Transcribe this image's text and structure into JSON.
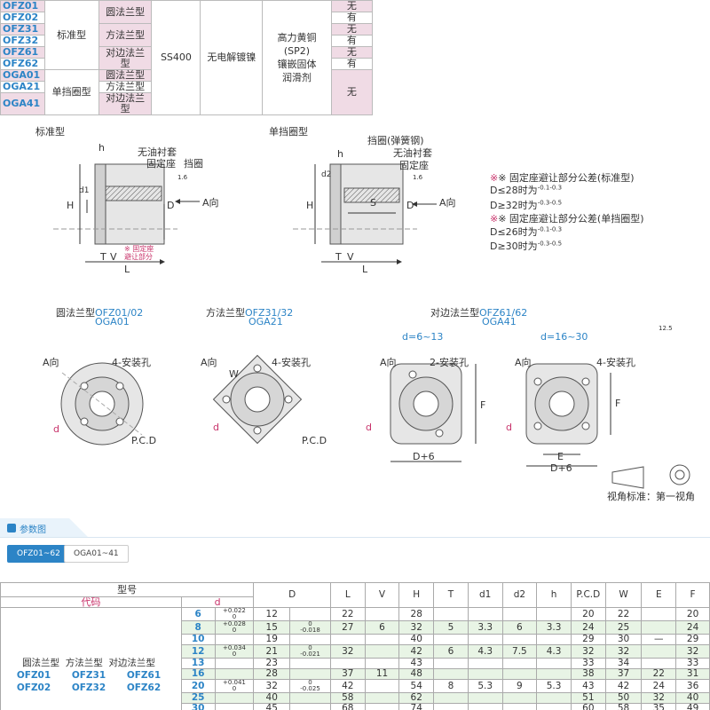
{
  "spec_table": {
    "rows": [
      {
        "code": "OFZ01",
        "yes_no": "无"
      },
      {
        "code": "OFZ02",
        "yes_no": "有"
      },
      {
        "code": "OFZ31",
        "yes_no": "无"
      },
      {
        "code": "OFZ32",
        "yes_no": "有"
      },
      {
        "code": "OFZ61",
        "yes_no": "无"
      },
      {
        "code": "OFZ62",
        "yes_no": "有"
      },
      {
        "code": "OGA01",
        "yes_no": ""
      },
      {
        "code": "OGA21",
        "yes_no": "无"
      },
      {
        "code": "OGA41",
        "yes_no": ""
      }
    ],
    "type_standard": "标准型",
    "type_single": "单挡圈型",
    "flange_round": "圆法兰型",
    "flange_square": "方法兰型",
    "flange_opposite": "对边法兰型",
    "material": "SS400",
    "treatment": "无电解镀镍",
    "lubricant_line1": "高力黄铜",
    "lubricant_line2": "(SP2)",
    "lubricant_line3": "镶嵌固体",
    "lubricant_line4": "润滑剂"
  },
  "drawing": {
    "standard_title": "标准型",
    "single_title": "单挡圈型",
    "label_oilless": "无油衬套",
    "label_fixed_seat": "固定座",
    "label_retaining_ring": "挡圈",
    "label_spring_ring": "挡圈(弹簧钢)",
    "label_avoid": "※ 固定座\n避让部分",
    "label_a_dir": "A向",
    "dim_h": "h",
    "dim_H": "H",
    "dim_D": "D",
    "dim_d1": "d1",
    "dim_d2": "d2",
    "dim_S": "S",
    "dim_L": "L",
    "dim_T": "T",
    "dim_V": "V",
    "roughness": "1.6",
    "tolerance_note": {
      "line1": "※ 固定座避让部分公差(标准型)",
      "line2_prefix": "D≤28时为",
      "line2_tol_up": "-0.1",
      "line2_tol_dn": "-0.3",
      "line3_prefix": "D≥32时为",
      "line3_tol_up": "-0.3",
      "line3_tol_dn": "-0.5",
      "line4": "※ 固定座避让部分公差(单挡圈型)",
      "line5_prefix": "D≤26时为",
      "line5_tol_up": "-0.1",
      "line5_tol_dn": "-0.3",
      "line6_prefix": "D≥30时为",
      "line6_tol_up": "-0.3",
      "line6_tol_dn": "-0.5"
    },
    "views": {
      "round_title": "圆法兰型",
      "round_codes": "OFZ01/02",
      "round_codes2": "OGA01",
      "square_title": "方法兰型",
      "square_codes": "OFZ31/32",
      "square_codes2": "OGA21",
      "opp_title": "对边法兰型",
      "opp_codes": "OFZ61/62",
      "opp_codes2": "OGA41",
      "range_small": "d=6~13",
      "range_large": "d=16~30",
      "holes4": "4-安装孔",
      "holes2": "2-安装孔",
      "pcd": "P.C.D",
      "dim_W": "W",
      "dim_F": "F",
      "dim_E": "E",
      "dim_D6": "D+6",
      "dim_d": "d",
      "a_dir": "A向",
      "view_std": "视角标准：第一视角",
      "roughness_mark": "12.5"
    }
  },
  "section": {
    "title": "参数图",
    "tabs": [
      "OFZ01~62",
      "OGA01~41"
    ]
  },
  "params": {
    "header_type": "型号",
    "header_code": "代码",
    "header_d": "d",
    "columns": [
      "D",
      "L",
      "V",
      "H",
      "T",
      "d1",
      "d2",
      "h",
      "P.C.D",
      "W",
      "E",
      "F"
    ],
    "left_labels": {
      "round": "圆法兰型",
      "square": "方法兰型",
      "opposite": "对边法兰型",
      "codes_a": [
        "OFZ01",
        "OFZ31",
        "OFZ61"
      ],
      "codes_b": [
        "OFZ02",
        "OFZ32",
        "OFZ62"
      ]
    },
    "rows": [
      {
        "d": "6",
        "dtol": "+0.022\n0",
        "D": "12",
        "Dtol": "",
        "L": "22",
        "V": "",
        "H": "28",
        "T": "",
        "d1": "",
        "d2": "",
        "h": "",
        "PCD": "20",
        "W": "22",
        "E": "",
        "F": "20"
      },
      {
        "d": "8",
        "dtol": "+0.028\n0",
        "D": "15",
        "Dtol": "0\n-0.018",
        "L": "27",
        "V": "6",
        "H": "32",
        "T": "5",
        "d1": "3.3",
        "d2": "6",
        "h": "3.3",
        "PCD": "24",
        "W": "25",
        "E": "",
        "F": "24"
      },
      {
        "d": "10",
        "dtol": "",
        "D": "19",
        "Dtol": "",
        "L": "",
        "V": "",
        "H": "40",
        "T": "",
        "d1": "",
        "d2": "",
        "h": "",
        "PCD": "29",
        "W": "30",
        "E": "—",
        "F": "29"
      },
      {
        "d": "12",
        "dtol": "+0.034\n0",
        "D": "21",
        "Dtol": "0\n-0.021",
        "L": "32",
        "V": "",
        "H": "42",
        "T": "6",
        "d1": "4.3",
        "d2": "7.5",
        "h": "4.3",
        "PCD": "32",
        "W": "32",
        "E": "",
        "F": "32"
      },
      {
        "d": "13",
        "dtol": "",
        "D": "23",
        "Dtol": "",
        "L": "",
        "V": "",
        "H": "43",
        "T": "",
        "d1": "",
        "d2": "",
        "h": "",
        "PCD": "33",
        "W": "34",
        "E": "",
        "F": "33"
      },
      {
        "d": "16",
        "dtol": "",
        "D": "28",
        "Dtol": "",
        "L": "37",
        "V": "11",
        "H": "48",
        "T": "",
        "d1": "",
        "d2": "",
        "h": "",
        "PCD": "38",
        "W": "37",
        "E": "22",
        "F": "31"
      },
      {
        "d": "20",
        "dtol": "+0.041\n0",
        "D": "32",
        "Dtol": "0\n-0.025",
        "L": "42",
        "V": "",
        "H": "54",
        "T": "8",
        "d1": "5.3",
        "d2": "9",
        "h": "5.3",
        "PCD": "43",
        "W": "42",
        "E": "24",
        "F": "36"
      },
      {
        "d": "25",
        "dtol": "",
        "D": "40",
        "Dtol": "",
        "L": "58",
        "V": "",
        "H": "62",
        "T": "",
        "d1": "",
        "d2": "",
        "h": "",
        "PCD": "51",
        "W": "50",
        "E": "32",
        "F": "40"
      },
      {
        "d": "30",
        "dtol": "",
        "D": "45",
        "Dtol": "",
        "L": "68",
        "V": "",
        "H": "74",
        "T": "",
        "d1": "",
        "d2": "",
        "h": "",
        "PCD": "60",
        "W": "58",
        "E": "35",
        "F": "49"
      }
    ]
  }
}
